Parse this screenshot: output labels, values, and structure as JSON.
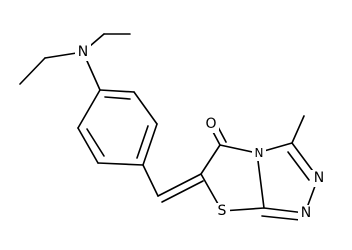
{
  "atoms": {
    "n_amine": "N",
    "o_carbonyl": "O",
    "n_bridge": "N",
    "s_ring": "S",
    "n_right_upper": "N",
    "n_right_lower": "N"
  }
}
